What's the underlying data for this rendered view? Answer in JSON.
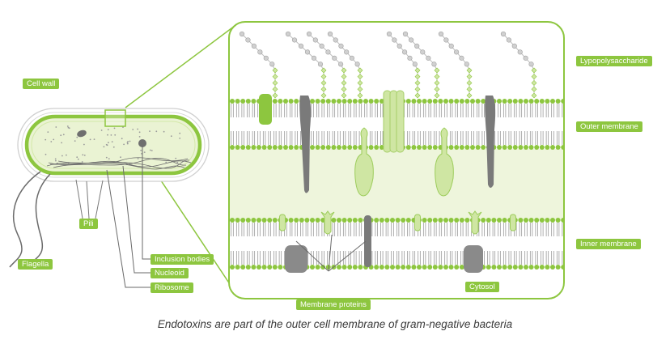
{
  "labels": {
    "cell_wall": "Cell wall",
    "pili": "Pili",
    "flagella": "Flagella",
    "inclusion_bodies": "Inclusion bodies",
    "nucleoid": "Nucleoid",
    "ribosome": "Ribosome",
    "lipopolysaccharide": "Lypopolysaccharide",
    "outer_membrane": "Outer membrane",
    "inner_membrane": "Inner membrane",
    "membrane_proteins": "Membrane proteins",
    "cytosol": "Cytosol"
  },
  "caption": "Endotoxins are part of the outer cell membrane of gram-negative bacteria",
  "colors": {
    "accent_green": "#8dc63f",
    "light_green": "#eef5dc",
    "gray": "#7a7a7a",
    "light_gray": "#bdbdbd"
  }
}
